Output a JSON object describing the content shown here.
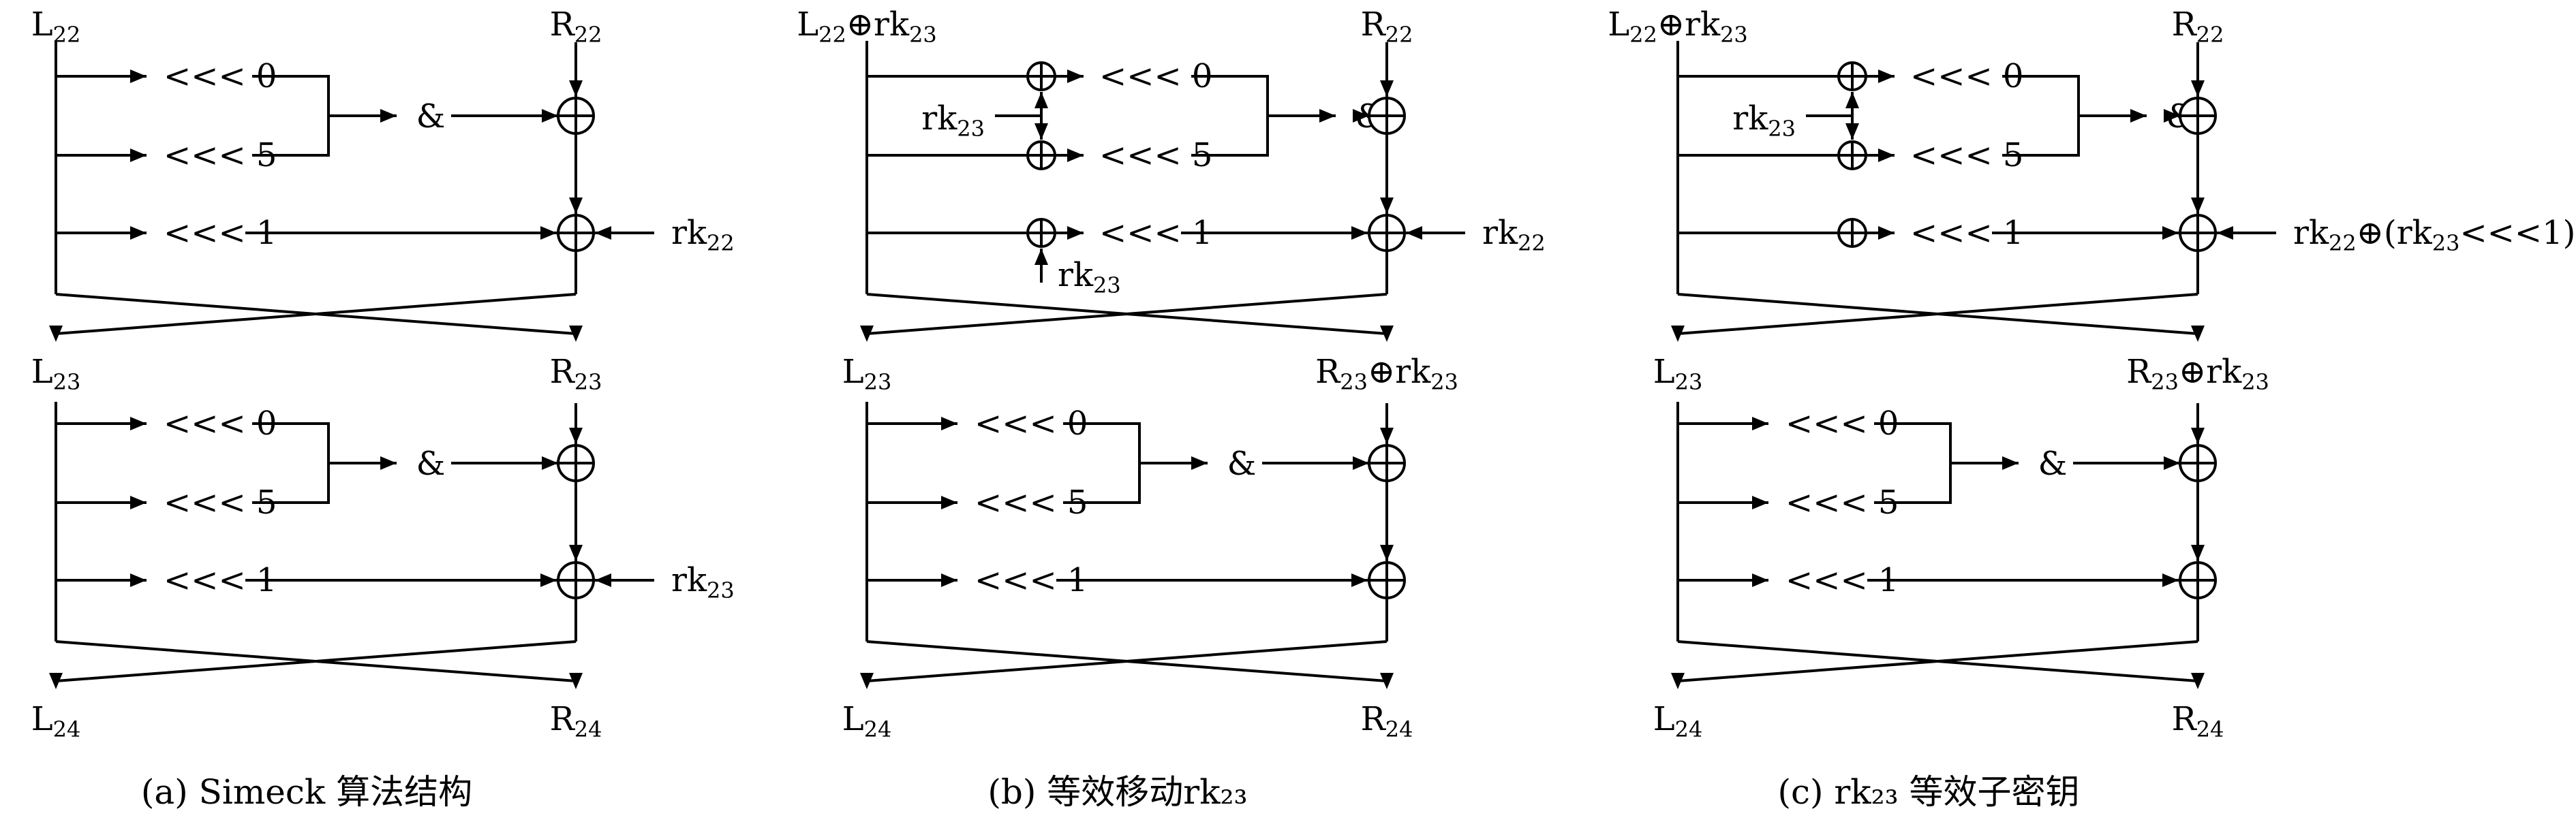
{
  "panels": [
    {
      "caption": "(a) Simeck 算法结构",
      "top_left": [
        {
          "t": "L"
        },
        {
          "t": "22",
          "sub": true
        }
      ],
      "top_right": [
        {
          "t": "R"
        },
        {
          "t": "22",
          "sub": true
        }
      ],
      "mid_left": [
        {
          "t": "L"
        },
        {
          "t": "23",
          "sub": true
        }
      ],
      "mid_right": [
        {
          "t": "R"
        },
        {
          "t": "23",
          "sub": true
        }
      ],
      "bot_left": [
        {
          "t": "L"
        },
        {
          "t": "24",
          "sub": true
        }
      ],
      "bot_right": [
        {
          "t": "R"
        },
        {
          "t": "24",
          "sub": true
        }
      ],
      "rot0": "<<< 0",
      "rot5": "<<< 5",
      "rot1": "<<< 1",
      "and": "&",
      "key1": [
        {
          "t": "rk"
        },
        {
          "t": "22",
          "sub": true
        }
      ],
      "key2": [
        {
          "t": "rk"
        },
        {
          "t": "23",
          "sub": true
        }
      ],
      "moved_key": null,
      "inline_xors": false
    },
    {
      "caption": "(b) 等效移动rk₂₃",
      "top_left": [
        {
          "t": "L"
        },
        {
          "t": "22",
          "sub": true
        },
        {
          "t": "⊕rk"
        },
        {
          "t": "23",
          "sub": true
        }
      ],
      "top_right": [
        {
          "t": "R"
        },
        {
          "t": "22",
          "sub": true
        }
      ],
      "mid_left": [
        {
          "t": "L"
        },
        {
          "t": "23",
          "sub": true
        }
      ],
      "mid_right": [
        {
          "t": "R"
        },
        {
          "t": "23",
          "sub": true
        },
        {
          "t": "⊕rk"
        },
        {
          "t": "23",
          "sub": true
        }
      ],
      "bot_left": [
        {
          "t": "L"
        },
        {
          "t": "24",
          "sub": true
        }
      ],
      "bot_right": [
        {
          "t": "R"
        },
        {
          "t": "24",
          "sub": true
        }
      ],
      "rot0": "<<< 0",
      "rot5": "<<< 5",
      "rot1": "<<< 1",
      "and": "&",
      "key1": [
        {
          "t": "rk"
        },
        {
          "t": "22",
          "sub": true
        }
      ],
      "key2": null,
      "moved_key": [
        {
          "t": "rk"
        },
        {
          "t": "23",
          "sub": true
        }
      ],
      "bottom_key": [
        {
          "t": "rk"
        },
        {
          "t": "23",
          "sub": true
        }
      ],
      "inline_xors": true
    },
    {
      "caption": "(c) rk₂₃ 等效子密钥",
      "top_left": [
        {
          "t": "L"
        },
        {
          "t": "22",
          "sub": true
        },
        {
          "t": "⊕rk"
        },
        {
          "t": "23",
          "sub": true
        }
      ],
      "top_right": [
        {
          "t": "R"
        },
        {
          "t": "22",
          "sub": true
        }
      ],
      "mid_left": [
        {
          "t": "L"
        },
        {
          "t": "23",
          "sub": true
        }
      ],
      "mid_right": [
        {
          "t": "R"
        },
        {
          "t": "23",
          "sub": true
        },
        {
          "t": "⊕rk"
        },
        {
          "t": "23",
          "sub": true
        }
      ],
      "bot_left": [
        {
          "t": "L"
        },
        {
          "t": "24",
          "sub": true
        }
      ],
      "bot_right": [
        {
          "t": "R"
        },
        {
          "t": "24",
          "sub": true
        }
      ],
      "rot0": "<<< 0",
      "rot5": "<<< 5",
      "rot1": "<<< 1",
      "and": "&",
      "key1": [
        {
          "t": "rk"
        },
        {
          "t": "22",
          "sub": true
        },
        {
          "t": "⊕(rk"
        },
        {
          "t": "23",
          "sub": true
        },
        {
          "t": "<<<1)"
        }
      ],
      "key2": null,
      "moved_key": [
        {
          "t": "rk"
        },
        {
          "t": "23",
          "sub": true
        }
      ],
      "bottom_key": null,
      "inline_xors": true
    }
  ]
}
